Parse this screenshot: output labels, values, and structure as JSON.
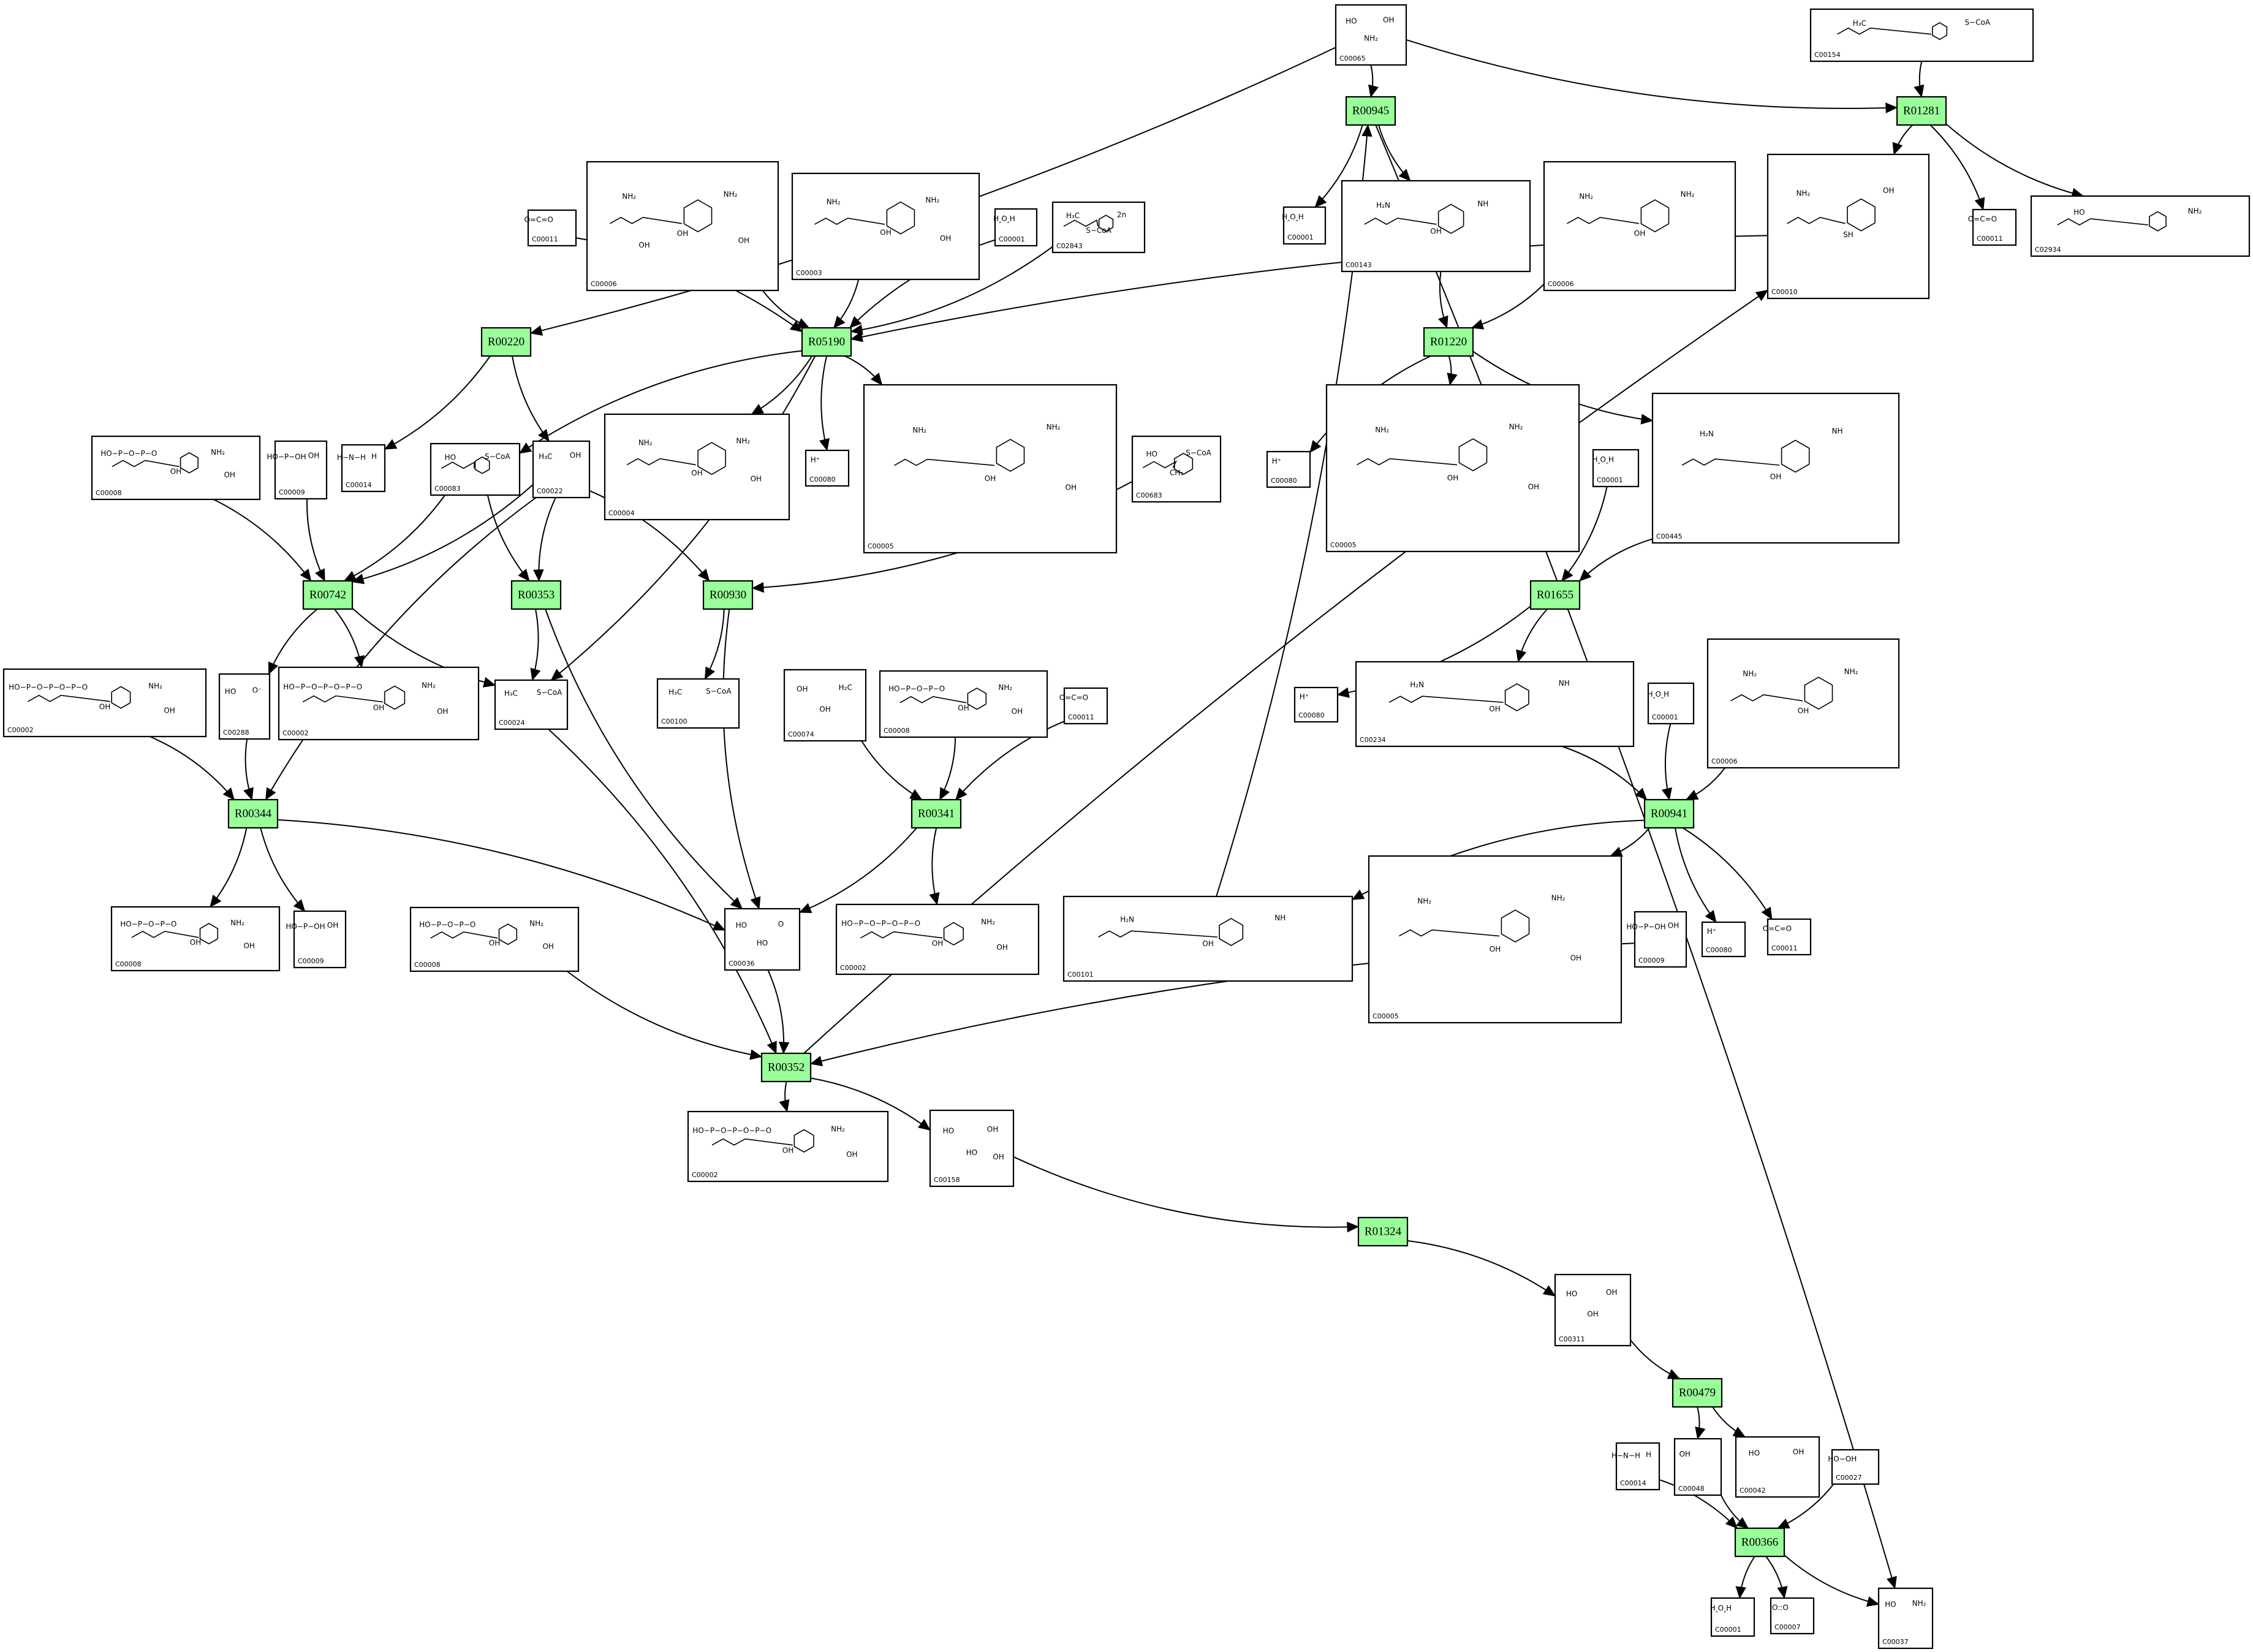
{
  "diagram": {
    "type": "metabolic-pathway",
    "colors": {
      "reaction_fill": "#99ff99",
      "compound_fill": "#ffffff",
      "stroke": "#000000"
    },
    "reactions": [
      {
        "id": "R00945",
        "label": "R00945"
      },
      {
        "id": "R01281",
        "label": "R01281"
      },
      {
        "id": "R00220",
        "label": "R00220"
      },
      {
        "id": "R05190",
        "label": "R05190"
      },
      {
        "id": "R01220",
        "label": "R01220"
      },
      {
        "id": "R00742",
        "label": "R00742"
      },
      {
        "id": "R00353",
        "label": "R00353"
      },
      {
        "id": "R00930",
        "label": "R00930"
      },
      {
        "id": "R01655",
        "label": "R01655"
      },
      {
        "id": "R00344",
        "label": "R00344"
      },
      {
        "id": "R00341",
        "label": "R00341"
      },
      {
        "id": "R00941",
        "label": "R00941"
      },
      {
        "id": "R00352",
        "label": "R00352"
      },
      {
        "id": "R01324",
        "label": "R01324"
      },
      {
        "id": "R00479",
        "label": "R00479"
      },
      {
        "id": "R00366",
        "label": "R00366"
      }
    ],
    "compounds": [
      {
        "key": "c_c00065",
        "id": "C00065",
        "structure": [
          "HO",
          "OH",
          "NH₂"
        ]
      },
      {
        "key": "c_c00154",
        "id": "C00154",
        "structure": [
          "H₃C",
          "S−CoA"
        ]
      },
      {
        "key": "c_c00011_a",
        "id": "C00011",
        "structure": [
          "O=C=O"
        ]
      },
      {
        "key": "c_c00006_a",
        "id": "C00006",
        "structure": [
          "NH₂",
          "NH₂",
          "OH",
          "OH",
          "OH"
        ]
      },
      {
        "key": "c_c00003_a",
        "id": "C00003",
        "structure": [
          "NH₂",
          "NH₂",
          "OH",
          "OH"
        ]
      },
      {
        "key": "c_c00001_a",
        "id": "C00001",
        "structure": [
          "H‸O‸H"
        ]
      },
      {
        "key": "c_c02843",
        "id": "C02843",
        "structure": [
          "H₃C",
          "2n",
          "S−CoA"
        ]
      },
      {
        "key": "c_c00001_b",
        "id": "C00001",
        "structure": [
          "H‸O‸H"
        ]
      },
      {
        "key": "c_c00143",
        "id": "C00143",
        "structure": [
          "H₂N",
          "NH",
          "OH"
        ]
      },
      {
        "key": "c_c00006_b",
        "id": "C00006",
        "structure": [
          "NH₂",
          "NH₂",
          "OH"
        ]
      },
      {
        "key": "c_c00010",
        "id": "C00010",
        "structure": [
          "NH₂",
          "OH",
          "SH"
        ]
      },
      {
        "key": "c_c00011_b",
        "id": "C00011",
        "structure": [
          "O=C=O"
        ]
      },
      {
        "key": "c_c02934",
        "id": "C02934",
        "structure": [
          "HO",
          "NH₂"
        ]
      },
      {
        "key": "c_c00008_a",
        "id": "C00008",
        "structure": [
          "HO−P−O−P−O",
          "NH₂",
          "OH",
          "OH"
        ]
      },
      {
        "key": "c_c00009_a",
        "id": "C00009",
        "structure": [
          "HO−P−OH",
          "OH"
        ]
      },
      {
        "key": "c_c00014_a",
        "id": "C00014",
        "structure": [
          "H−N−H",
          "H"
        ]
      },
      {
        "key": "c_c00083",
        "id": "C00083",
        "structure": [
          "HO",
          "S−CoA"
        ]
      },
      {
        "key": "c_c00022",
        "id": "C00022",
        "structure": [
          "H₃C",
          "OH"
        ]
      },
      {
        "key": "c_c00004",
        "id": "C00004",
        "structure": [
          "NH₂",
          "NH₂",
          "OH",
          "OH"
        ]
      },
      {
        "key": "c_c00080_a",
        "id": "C00080",
        "structure": [
          "H⁺"
        ]
      },
      {
        "key": "c_c00005_a",
        "id": "C00005",
        "structure": [
          "NH₂",
          "NH₂",
          "OH",
          "OH"
        ]
      },
      {
        "key": "c_c00683",
        "id": "C00683",
        "structure": [
          "HO",
          "S−CoA",
          "CH₃"
        ]
      },
      {
        "key": "c_c00080_b",
        "id": "C00080",
        "structure": [
          "H⁺"
        ]
      },
      {
        "key": "c_c00005_b",
        "id": "C00005",
        "structure": [
          "NH₂",
          "NH₂",
          "OH",
          "OH"
        ]
      },
      {
        "key": "c_c00001_c",
        "id": "C00001",
        "structure": [
          "H‸O‸H"
        ]
      },
      {
        "key": "c_c00445",
        "id": "C00445",
        "structure": [
          "H₂N",
          "NH",
          "OH"
        ]
      },
      {
        "key": "c_c00002_a",
        "id": "C00002",
        "structure": [
          "HO−P−O−P−O−P−O",
          "NH₂",
          "OH",
          "OH"
        ]
      },
      {
        "key": "c_c00288",
        "id": "C00288",
        "structure": [
          "HO",
          "O⁻"
        ]
      },
      {
        "key": "c_c00002_b",
        "id": "C00002",
        "structure": [
          "HO−P−O−P−O−P−O",
          "NH₂",
          "OH",
          "OH"
        ]
      },
      {
        "key": "c_c00024",
        "id": "C00024",
        "structure": [
          "H₃C",
          "S−CoA"
        ]
      },
      {
        "key": "c_c00100",
        "id": "C00100",
        "structure": [
          "H₃C",
          "S−CoA"
        ]
      },
      {
        "key": "c_c00074",
        "id": "C00074",
        "structure": [
          "OH",
          "H₂C",
          "OH"
        ]
      },
      {
        "key": "c_c00008_b",
        "id": "C00008",
        "structure": [
          "HO−P−O−P−O",
          "NH₂",
          "OH",
          "OH"
        ]
      },
      {
        "key": "c_c00011_c",
        "id": "C00011",
        "structure": [
          "O=C=O"
        ]
      },
      {
        "key": "c_c00080_c",
        "id": "C00080",
        "structure": [
          "H⁺"
        ]
      },
      {
        "key": "c_c00234",
        "id": "C00234",
        "structure": [
          "H₂N",
          "NH",
          "OH"
        ]
      },
      {
        "key": "c_c00001_d",
        "id": "C00001",
        "structure": [
          "H‸O‸H"
        ]
      },
      {
        "key": "c_c00006_c",
        "id": "C00006",
        "structure": [
          "NH₂",
          "NH₂",
          "OH"
        ]
      },
      {
        "key": "c_c00008_c",
        "id": "C00008",
        "structure": [
          "HO−P−O−P−O",
          "NH₂",
          "OH",
          "OH"
        ]
      },
      {
        "key": "c_c00009_b",
        "id": "C00009",
        "structure": [
          "HO−P−OH",
          "OH"
        ]
      },
      {
        "key": "c_c00008_d",
        "id": "C00008",
        "structure": [
          "HO−P−O−P−O",
          "NH₂",
          "OH",
          "OH"
        ]
      },
      {
        "key": "c_c00036",
        "id": "C00036",
        "structure": [
          "HO",
          "O",
          "HO"
        ]
      },
      {
        "key": "c_c00002_c",
        "id": "C00002",
        "structure": [
          "HO−P−O−P−O−P−O",
          "NH₂",
          "OH",
          "OH"
        ]
      },
      {
        "key": "c_c00101",
        "id": "C00101",
        "structure": [
          "H₂N",
          "NH",
          "OH"
        ]
      },
      {
        "key": "c_c00005_c",
        "id": "C00005",
        "structure": [
          "NH₂",
          "NH₂",
          "OH",
          "OH"
        ]
      },
      {
        "key": "c_c00009_c",
        "id": "C00009",
        "structure": [
          "HO−P−OH",
          "OH"
        ]
      },
      {
        "key": "c_c00080_d",
        "id": "C00080",
        "structure": [
          "H⁺"
        ]
      },
      {
        "key": "c_c00011_d",
        "id": "C00011",
        "structure": [
          "O=C=O"
        ]
      },
      {
        "key": "c_c00002_d",
        "id": "C00002",
        "structure": [
          "HO−P−O−P−O−P−O",
          "NH₂",
          "OH",
          "OH"
        ]
      },
      {
        "key": "c_c00158",
        "id": "C00158",
        "structure": [
          "HO",
          "OH",
          "HO",
          "OH"
        ]
      },
      {
        "key": "c_c00311",
        "id": "C00311",
        "structure": [
          "HO",
          "OH",
          "OH"
        ]
      },
      {
        "key": "c_c00014_b",
        "id": "C00014",
        "structure": [
          "H−N−H",
          "H"
        ]
      },
      {
        "key": "c_c00048",
        "id": "C00048",
        "structure": [
          "OH"
        ]
      },
      {
        "key": "c_c00042",
        "id": "C00042",
        "structure": [
          "HO",
          "OH"
        ]
      },
      {
        "key": "c_c00027",
        "id": "C00027",
        "structure": [
          "HO−OH"
        ]
      },
      {
        "key": "c_c00001_e",
        "id": "C00001",
        "structure": [
          "H‸O‸H"
        ]
      },
      {
        "key": "c_c00007",
        "id": "C00007",
        "structure": [
          "O::O"
        ]
      },
      {
        "key": "c_c00037",
        "id": "C00037",
        "structure": [
          "HO",
          "NH₂"
        ]
      }
    ],
    "edges": [
      {
        "from": "c_c00065",
        "to": "R00945"
      },
      {
        "from": "c_c00065",
        "to": "R01281"
      },
      {
        "from": "c_c00065",
        "to": "R00220"
      },
      {
        "from": "c_c00154",
        "to": "R01281"
      },
      {
        "from": "R00945",
        "to": "c_c00001_b"
      },
      {
        "from": "R00945",
        "to": "c_c00143"
      },
      {
        "from": "R00945",
        "to": "c_c00037"
      },
      {
        "from": "R01281",
        "to": "c_c00010"
      },
      {
        "from": "R01281",
        "to": "c_c00011_b"
      },
      {
        "from": "R01281",
        "to": "c_c02934"
      },
      {
        "from": "c_c00011_a",
        "to": "R05190"
      },
      {
        "from": "c_c00006_a",
        "to": "R05190"
      },
      {
        "from": "c_c00003_a",
        "to": "R05190"
      },
      {
        "from": "c_c00001_a",
        "to": "R05190"
      },
      {
        "from": "c_c02843",
        "to": "R05190"
      },
      {
        "from": "c_c00010",
        "to": "R05190"
      },
      {
        "from": "R05190",
        "to": "c_c00004"
      },
      {
        "from": "R05190",
        "to": "c_c00080_a"
      },
      {
        "from": "R05190",
        "to": "c_c00005_a"
      },
      {
        "from": "R05190",
        "to": "c_c00083"
      },
      {
        "from": "R05190",
        "to": "c_c00024"
      },
      {
        "from": "c_c00143",
        "to": "R01220"
      },
      {
        "from": "c_c00006_b",
        "to": "R01220"
      },
      {
        "from": "R01220",
        "to": "c_c00080_b"
      },
      {
        "from": "R01220",
        "to": "c_c00005_b"
      },
      {
        "from": "R01220",
        "to": "c_c00445"
      },
      {
        "from": "R00220",
        "to": "c_c00014_a"
      },
      {
        "from": "R00220",
        "to": "c_c00022"
      },
      {
        "from": "c_c00008_a",
        "to": "R00742"
      },
      {
        "from": "c_c00009_a",
        "to": "R00742"
      },
      {
        "from": "c_c00083",
        "to": "R00742"
      },
      {
        "from": "c_c00083",
        "to": "R00353"
      },
      {
        "from": "c_c00022",
        "to": "R00742"
      },
      {
        "from": "c_c00022",
        "to": "R00353"
      },
      {
        "from": "c_c00022",
        "to": "R00930"
      },
      {
        "from": "c_c00022",
        "to": "R00344"
      },
      {
        "from": "c_c00683",
        "to": "R00930"
      },
      {
        "from": "R00742",
        "to": "c_c00288"
      },
      {
        "from": "R00742",
        "to": "c_c00002_b"
      },
      {
        "from": "R00742",
        "to": "c_c00024"
      },
      {
        "from": "R00353",
        "to": "c_c00024"
      },
      {
        "from": "R00353",
        "to": "c_c00036"
      },
      {
        "from": "R00930",
        "to": "c_c00100"
      },
      {
        "from": "R00930",
        "to": "c_c00036"
      },
      {
        "from": "c_c00001_c",
        "to": "R01655"
      },
      {
        "from": "c_c00445",
        "to": "R01655"
      },
      {
        "from": "R01655",
        "to": "c_c00080_c"
      },
      {
        "from": "R01655",
        "to": "c_c00234"
      },
      {
        "from": "c_c00002_a",
        "to": "R00344"
      },
      {
        "from": "c_c00288",
        "to": "R00344"
      },
      {
        "from": "R00344",
        "to": "c_c00008_c"
      },
      {
        "from": "R00344",
        "to": "c_c00009_b"
      },
      {
        "from": "R00344",
        "to": "c_c00036"
      },
      {
        "from": "c_c00074",
        "to": "R00341"
      },
      {
        "from": "c_c00008_b",
        "to": "R00341"
      },
      {
        "from": "c_c00011_c",
        "to": "R00341"
      },
      {
        "from": "R00341",
        "to": "c_c00036"
      },
      {
        "from": "R00341",
        "to": "c_c00002_c"
      },
      {
        "from": "c_c00234",
        "to": "R00941"
      },
      {
        "from": "c_c00001_d",
        "to": "R00941"
      },
      {
        "from": "c_c00006_c",
        "to": "R00941"
      },
      {
        "from": "R00941",
        "to": "c_c00101"
      },
      {
        "from": "R00941",
        "to": "c_c00005_c"
      },
      {
        "from": "R00941",
        "to": "c_c00080_d"
      },
      {
        "from": "R00941",
        "to": "c_c00011_d"
      },
      {
        "from": "c_c00101",
        "to": "R00945"
      },
      {
        "from": "c_c00024",
        "to": "R00352"
      },
      {
        "from": "c_c00008_d",
        "to": "R00352"
      },
      {
        "from": "c_c00036",
        "to": "R00352"
      },
      {
        "from": "c_c00009_c",
        "to": "R00352"
      },
      {
        "from": "R00352",
        "to": "c_c00010"
      },
      {
        "from": "R00352",
        "to": "c_c00002_d"
      },
      {
        "from": "R00352",
        "to": "c_c00158"
      },
      {
        "from": "c_c00158",
        "to": "R01324"
      },
      {
        "from": "R01324",
        "to": "c_c00311"
      },
      {
        "from": "c_c00311",
        "to": "R00479"
      },
      {
        "from": "R00479",
        "to": "c_c00048"
      },
      {
        "from": "R00479",
        "to": "c_c00042"
      },
      {
        "from": "c_c00014_b",
        "to": "R00366"
      },
      {
        "from": "c_c00048",
        "to": "R00366"
      },
      {
        "from": "c_c00027",
        "to": "R00366"
      },
      {
        "from": "R00366",
        "to": "c_c00001_e"
      },
      {
        "from": "R00366",
        "to": "c_c00007"
      },
      {
        "from": "R00366",
        "to": "c_c00037"
      }
    ]
  }
}
